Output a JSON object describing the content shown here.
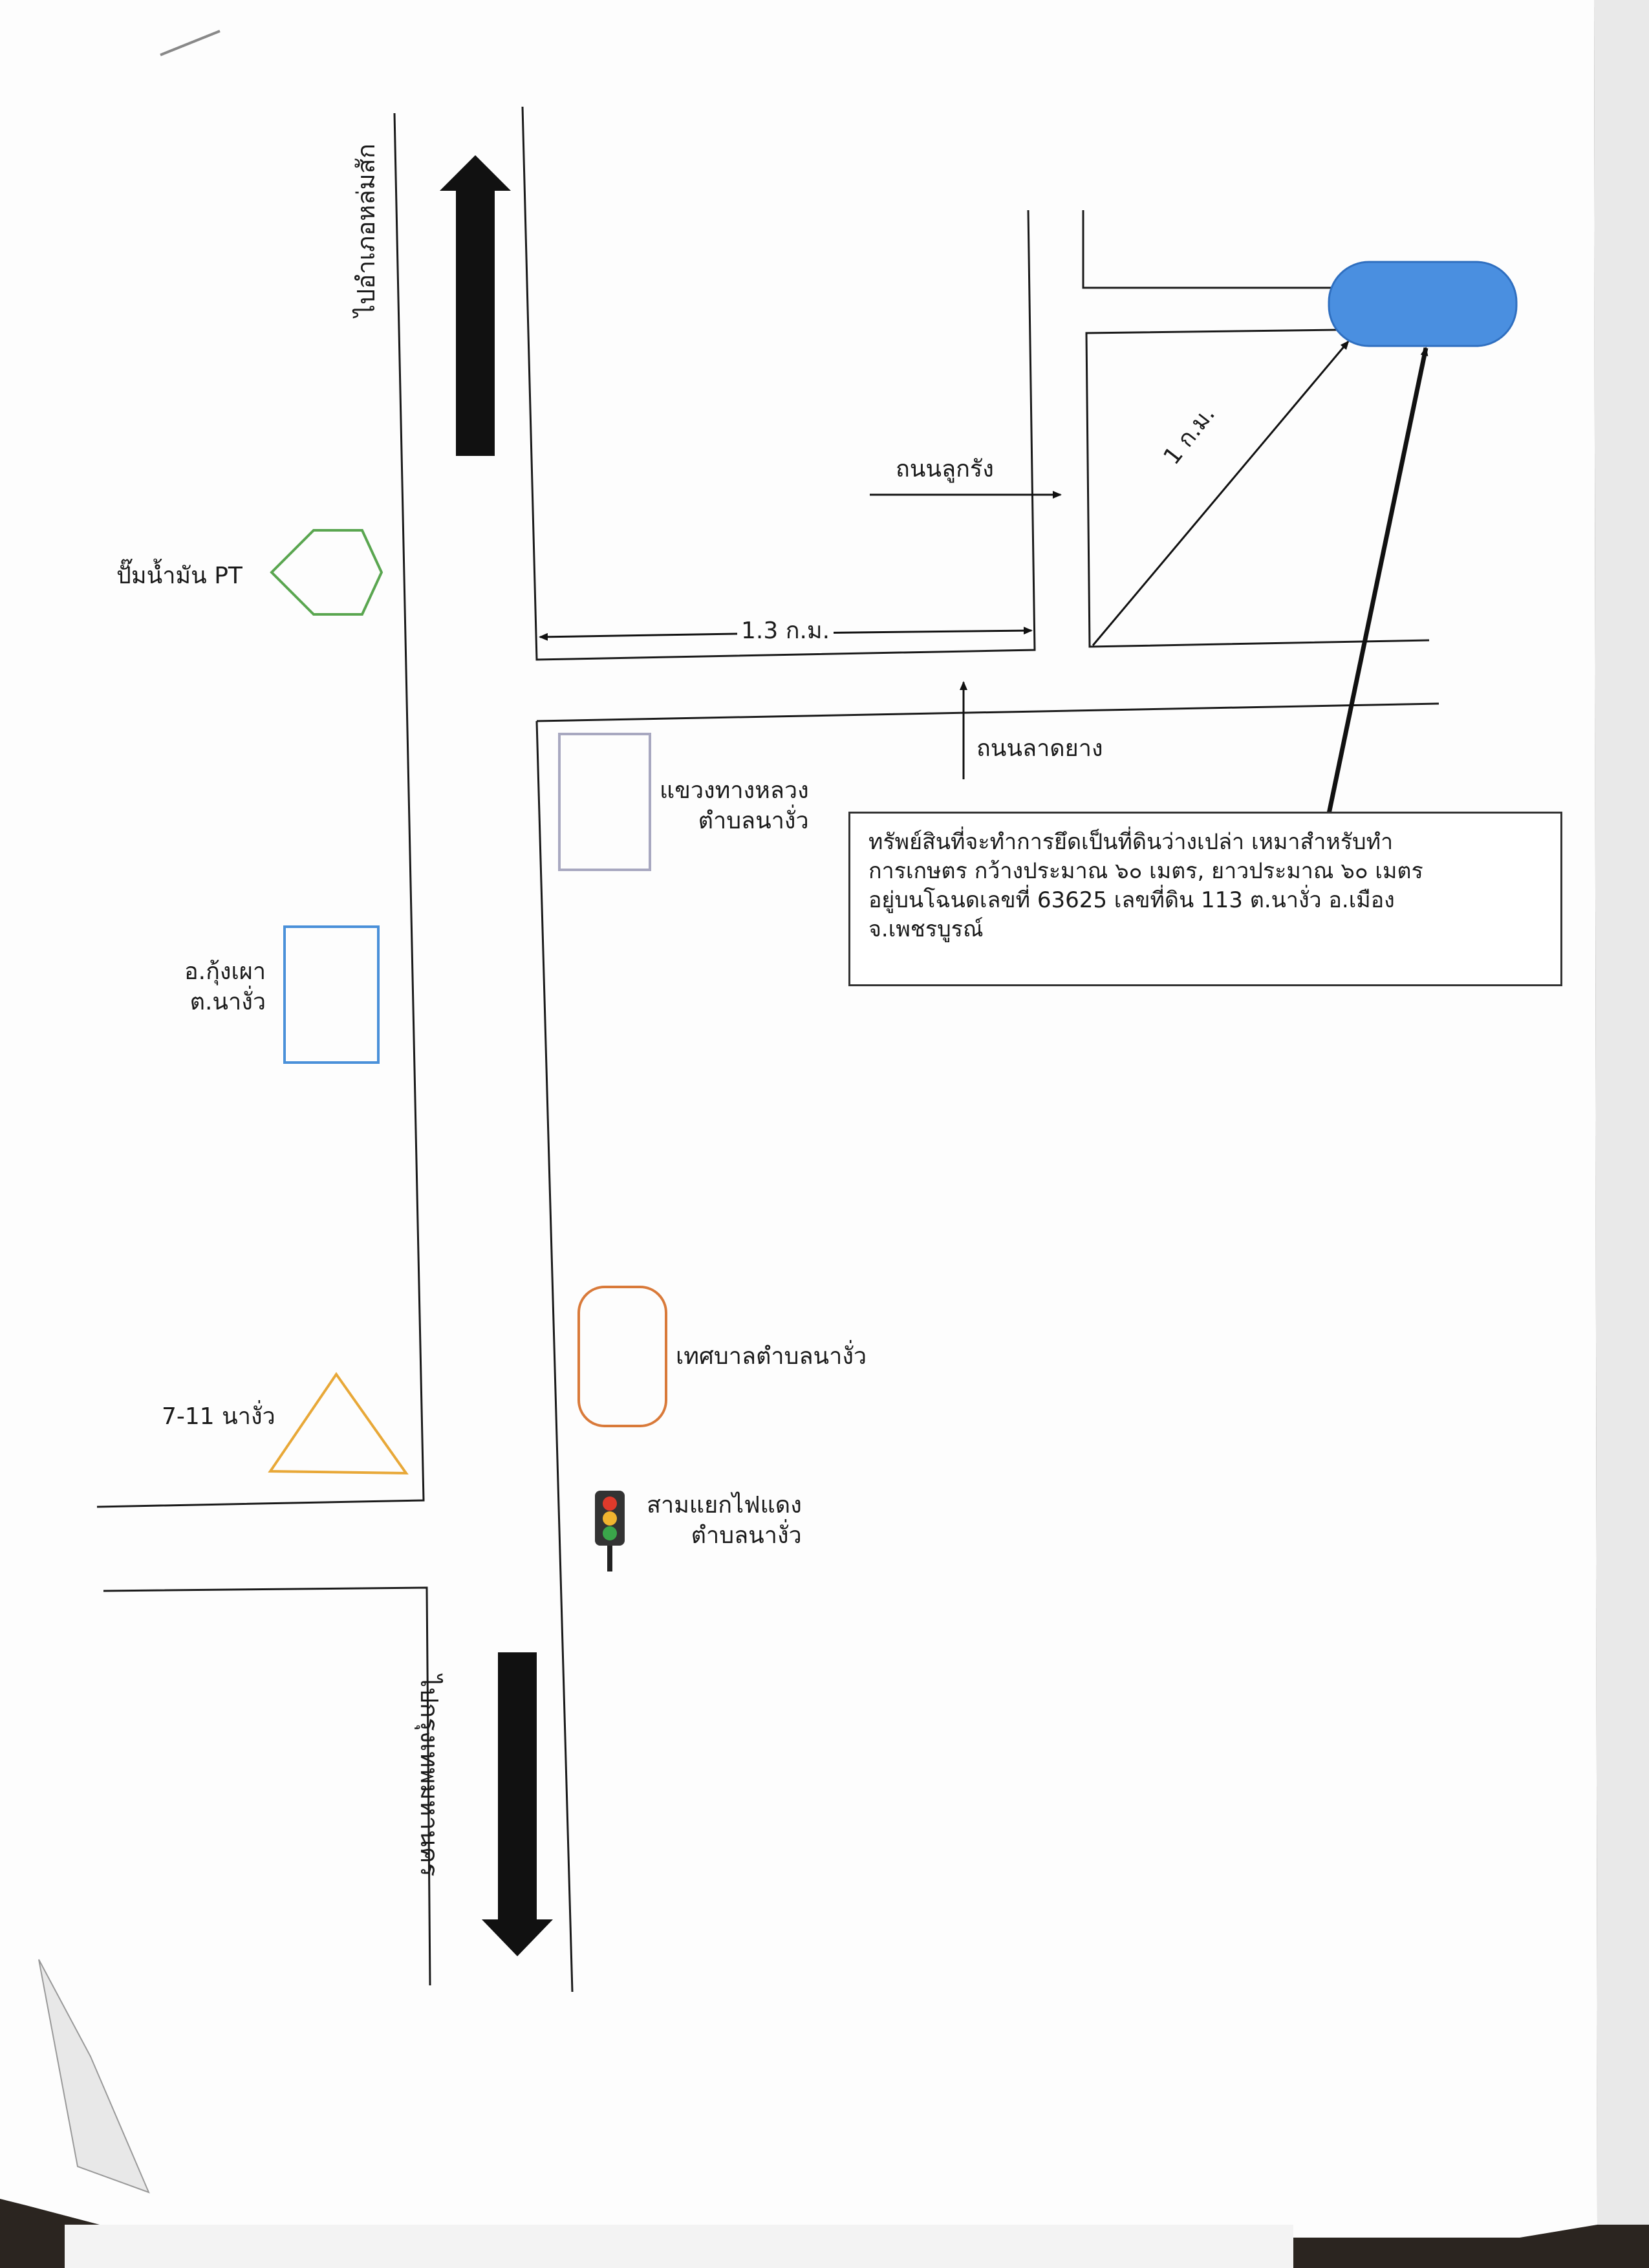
{
  "map": {
    "directions": {
      "north": "ไปอำเภอหล่มสัก",
      "south": "ไปกรุงเทพมหานคร"
    },
    "roads": {
      "side_road": "ถนนลูกรัง",
      "paved_road": "ถนนลาดยาง"
    },
    "distances": {
      "horizontal": "1.3 ก.ม.",
      "diagonal": "1 ก.ม."
    },
    "landmarks": {
      "gas_station": "ปั๊มน้ำมัน PT",
      "district_office": {
        "line1": "อ.กุ้งเผา",
        "line2": "ต.นางั่ว"
      },
      "seven_eleven": "7-11 นางั่ว",
      "highway_office": {
        "line1": "แขวงทางหลวง",
        "line2": "ตำบลนางั่ว"
      },
      "municipality": "เทศบาลตำบลนางั่ว",
      "traffic_light": {
        "line1": "สามแยกไฟแดง",
        "line2": "ตำบลนางั่ว"
      }
    },
    "property_note": {
      "line1": "ทรัพย์สินที่จะทำการยึดเป็นที่ดินว่างเปล่า เหมาสำหรับทำ",
      "line2": "การเกษตร กว้างประมาณ  ๖๐ เมตร, ยาวประมาณ ๖๐ เมตร",
      "line3": "อยู่บนโฉนดเลขที่  63625 เลขที่ดิน 113 ต.นางั่ว อ.เมือง",
      "line4": "จ.เพชรบูรณ์"
    }
  },
  "colors": {
    "gas_station": "#5aa650",
    "district_office": "#4a90d9",
    "seven_eleven": "#e8a838",
    "highway_office": "#a8a8c0",
    "municipality": "#d97a3a",
    "property_marker": "#4a8fe0",
    "road_line": "#1a1a1a",
    "arrow_fill": "#111111"
  }
}
